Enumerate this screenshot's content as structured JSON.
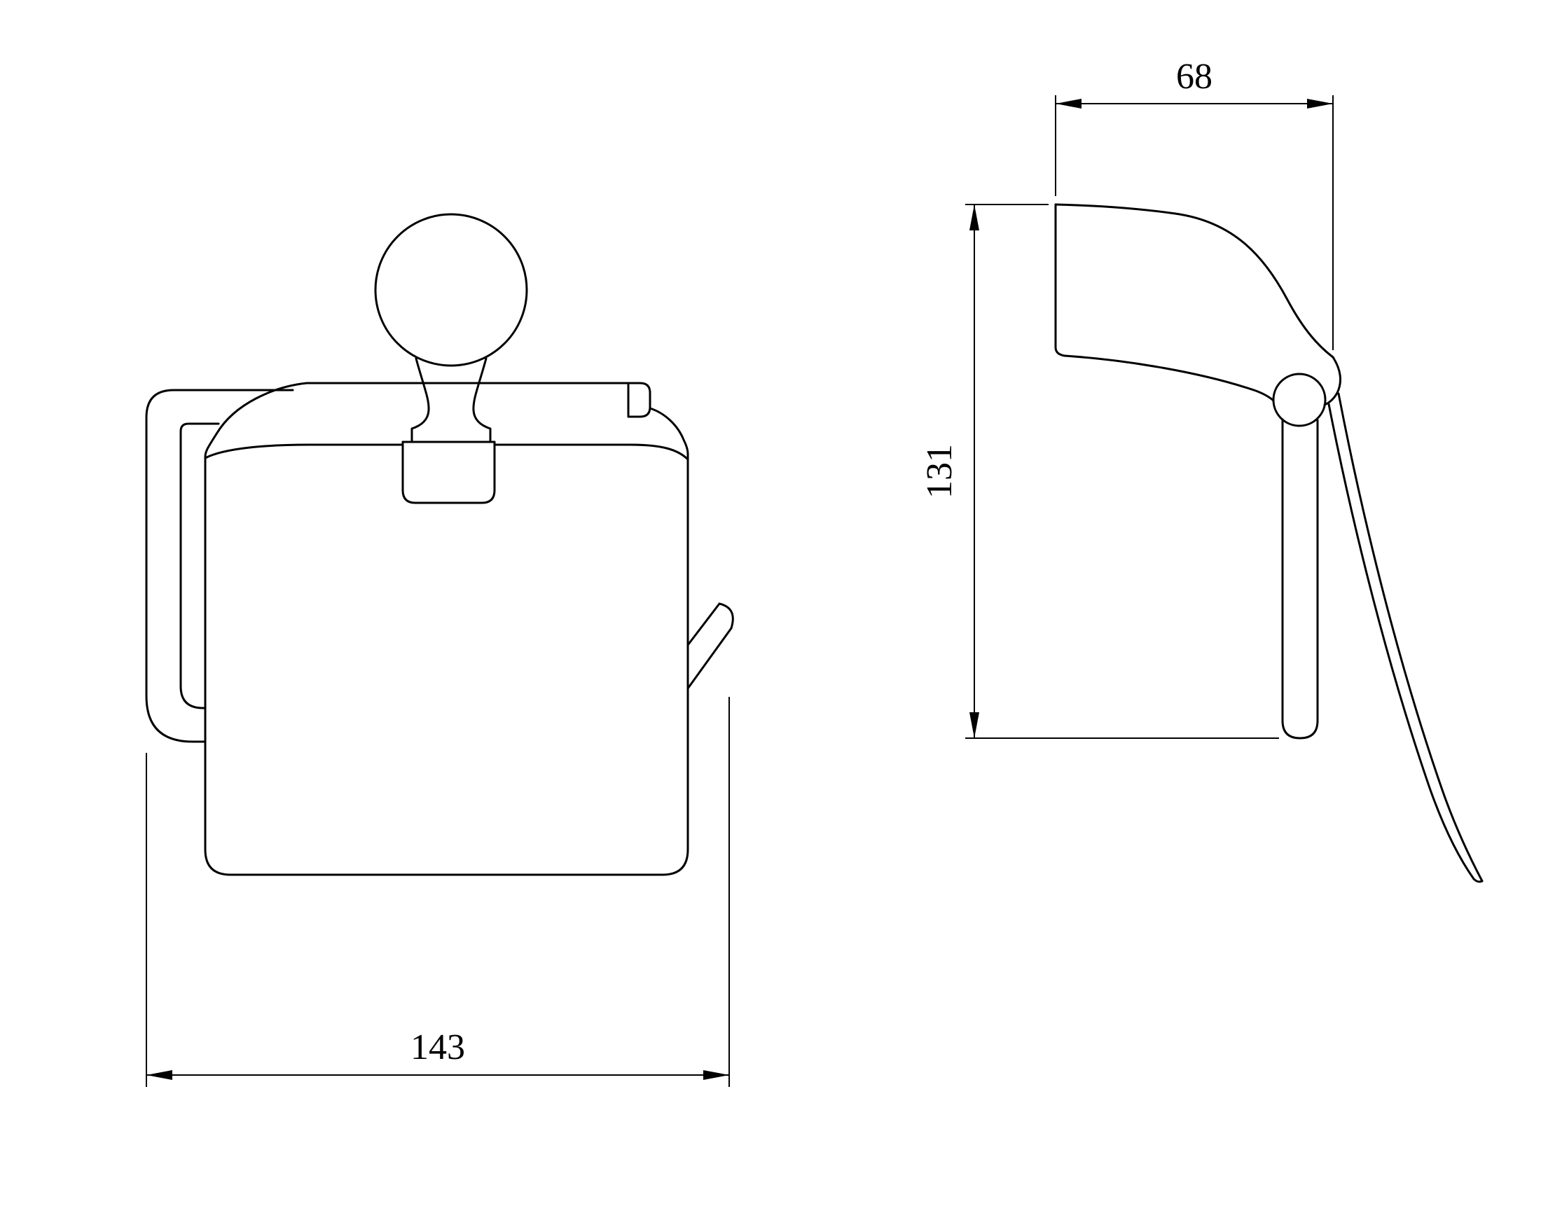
{
  "dimensions": {
    "front_width_mm": "143",
    "side_depth_mm": "68",
    "side_height_mm": "131"
  },
  "colors": {
    "line_color": "#000000",
    "background": "#ffffff"
  }
}
